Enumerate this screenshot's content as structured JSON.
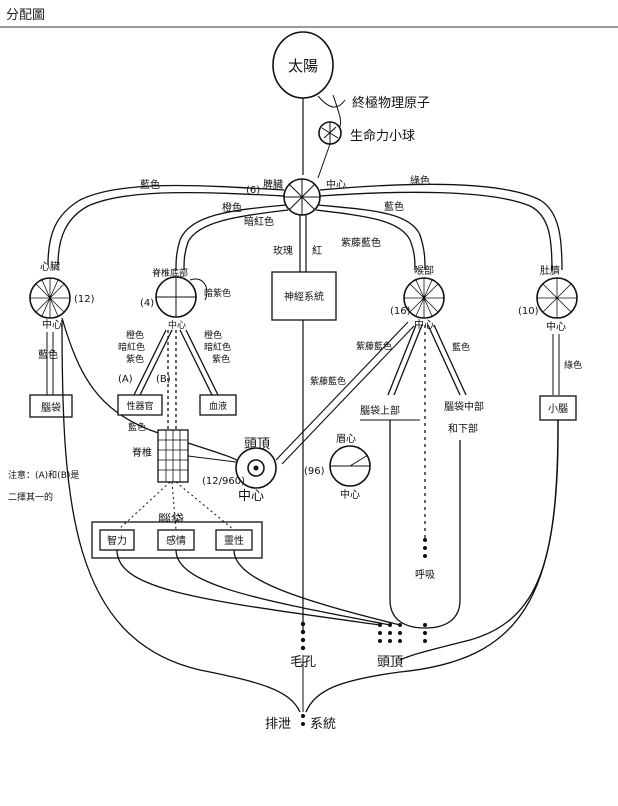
{
  "window": {
    "title": "分配圖"
  },
  "labels": {
    "sun": "太陽",
    "ultimate_atom": "終極物理原子",
    "vitality_globule": "生命力小球",
    "spleen_num": "(6)",
    "spleen": "脾臟",
    "center": "中心",
    "blue": "藍色",
    "lilac": "綠色",
    "orange": "橙色",
    "dark_red": "暗紅色",
    "violet": "紫色",
    "rose": "玫瑰",
    "red": "紅",
    "violet_blue": "紫藤藍色",
    "heart": "心臟",
    "heart_num": "(12)",
    "heart_center": "中心",
    "base_spine": "脊椎底部",
    "base_spine_num": "(4)",
    "dark_purple": "暗紫色",
    "nervous_system": "神經系統",
    "throat": "喉部",
    "throat_num": "(16)",
    "navel": "肚臍",
    "navel_num": "(10)",
    "navel_center": "中心",
    "brain": "腦袋",
    "blue2": "藍色",
    "A": "(A)",
    "B": "(B)",
    "sex_organs": "性器官",
    "blood": "血液",
    "upper_brain": "腦袋上部",
    "mid_lower_brain_1": "腦袋中部",
    "mid_lower_brain_2": "和下部",
    "small_brain": "小腦",
    "green": "綠色",
    "crown": "頭頂",
    "crown_num": "(12/960)",
    "spine": "脊椎",
    "brow": "眉心",
    "brow_num": "(96)",
    "note_1": "注意：(A)和(B)是",
    "note_2": "二擇其一的",
    "brain2": "腦袋",
    "intellect": "智力",
    "emotion": "感情",
    "spirituality": "靈性",
    "breath": "呼吸",
    "pores": "毛孔",
    "crown2": "頭頂",
    "excretion": "排泄",
    "system": "系統"
  }
}
